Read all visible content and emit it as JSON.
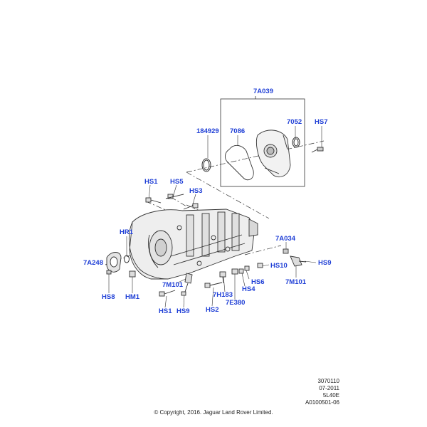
{
  "callouts": {
    "c7A039": "7A039",
    "c184929": "184929",
    "c7086": "7086",
    "c7052": "7052",
    "hs7": "HS7",
    "hs1_top": "HS1",
    "hs5": "HS5",
    "hs3": "HS3",
    "hr1": "HR1",
    "c7A034": "7A034",
    "c7A248": "7A248",
    "hs9_right": "HS9",
    "hs10": "HS10",
    "c7M101_right": "7M101",
    "hs6": "HS6",
    "hs4": "HS4",
    "c7M101_left": "7M101",
    "c7H183": "7H183",
    "c7E380": "7E380",
    "hs8": "HS8",
    "hm1": "HM1",
    "hs1_bottom": "HS1",
    "hs9_bottom": "HS9",
    "hs2": "HS2"
  },
  "reference": {
    "line1": "3070110",
    "line2": "07-2011",
    "line3": "5L40E",
    "line4": "A0100501-06"
  },
  "copyright": "© Copyright, 2016. Jaguar Land Rover Limited.",
  "colors": {
    "callout": "#1f3fd6",
    "linework": "#333333"
  }
}
